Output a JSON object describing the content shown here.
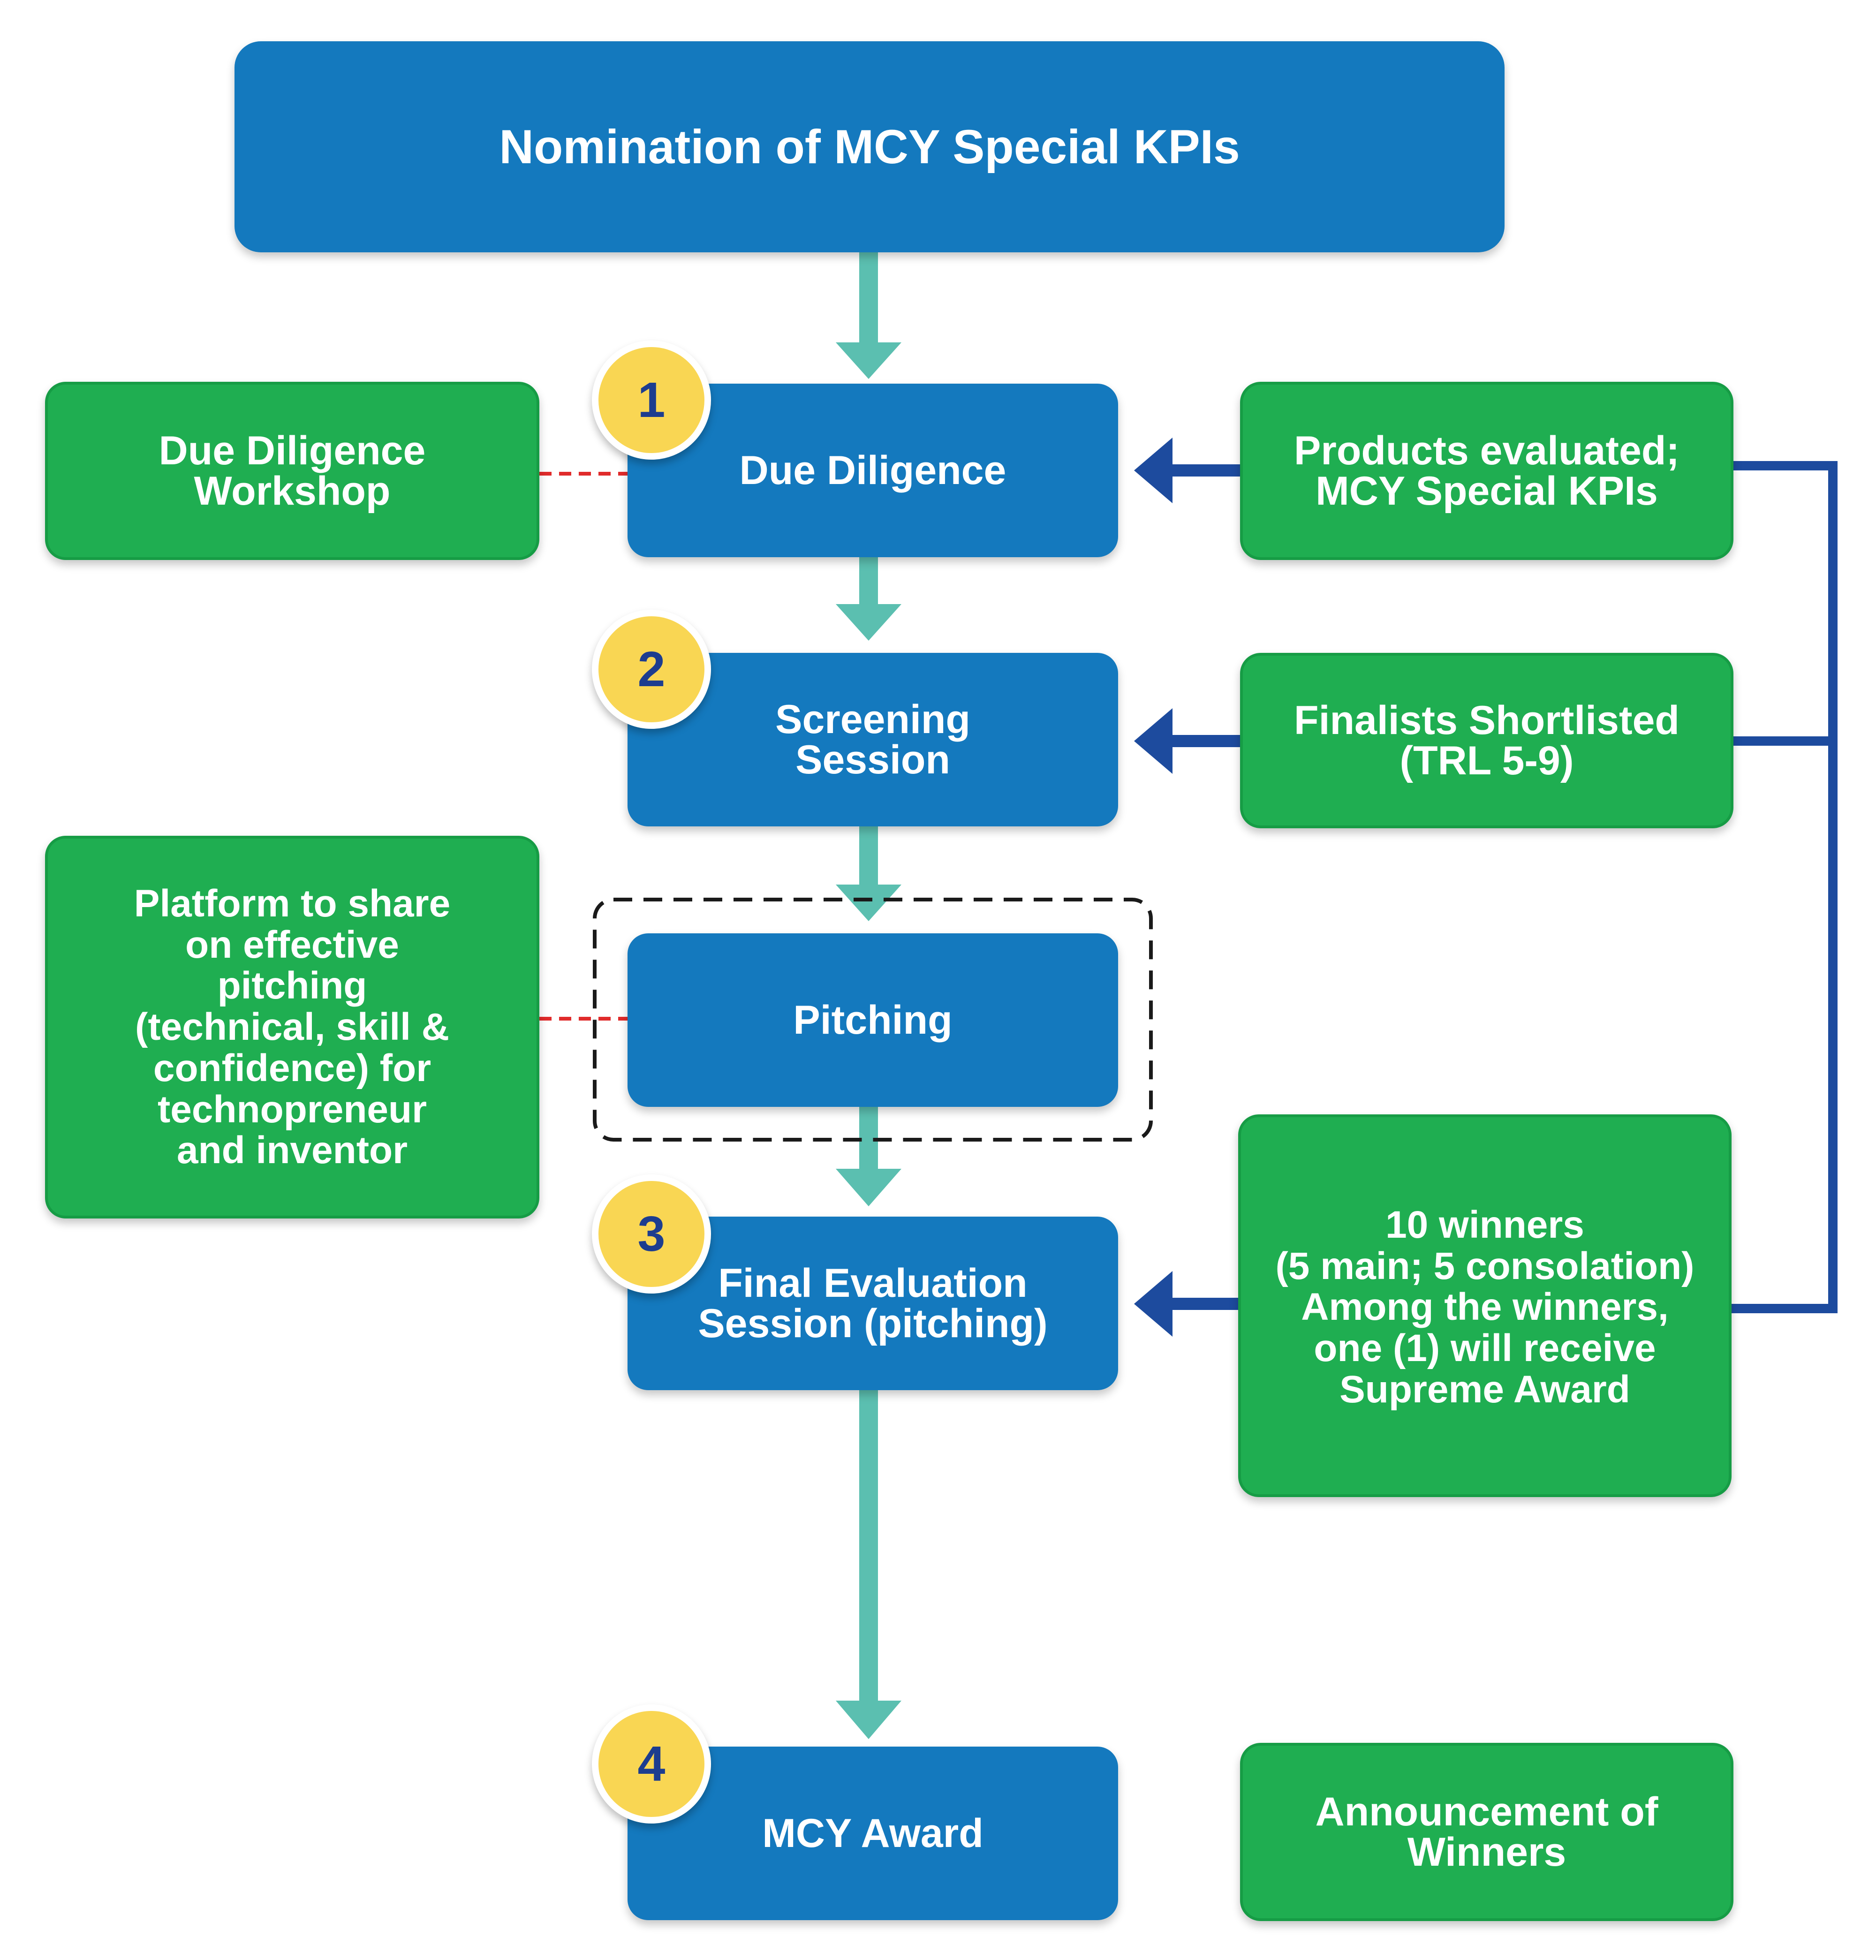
{
  "title": "Nomination of MCY Special KPIs",
  "steps": [
    {
      "badge": "1",
      "label": "Due Diligence"
    },
    {
      "badge": "2",
      "label": "Screening\nSession"
    },
    {
      "badge": "",
      "label": "Pitching"
    },
    {
      "badge": "3",
      "label": "Final Evaluation\nSession (pitching)"
    },
    {
      "badge": "4",
      "label": "MCY Award"
    }
  ],
  "side_left": [
    {
      "label": "Due Diligence\nWorkshop"
    },
    {
      "label": "Platform to share\non effective\npitching\n(technical, skill &\nconfidence) for\ntechnopreneur\nand inventor"
    }
  ],
  "side_right": [
    {
      "label": "Products evaluated;\nMCY Special KPIs"
    },
    {
      "label": "Finalists Shortlisted\n(TRL 5-9)"
    },
    {
      "label": "10 winners\n(5 main; 5 consolation)\nAmong the winners,\none (1) will receive\nSupreme Award"
    },
    {
      "label": "Announcement of\nWinners"
    }
  ],
  "colors": {
    "main_box": "#1479be",
    "side_box": "#1fae51",
    "flow_arrow": "#5bbfb0",
    "feedback_arrow": "#1d4b9e",
    "badge": "#f9d653",
    "badge_text": "#1d3d8f",
    "dashed_link": "#e02b2b"
  }
}
